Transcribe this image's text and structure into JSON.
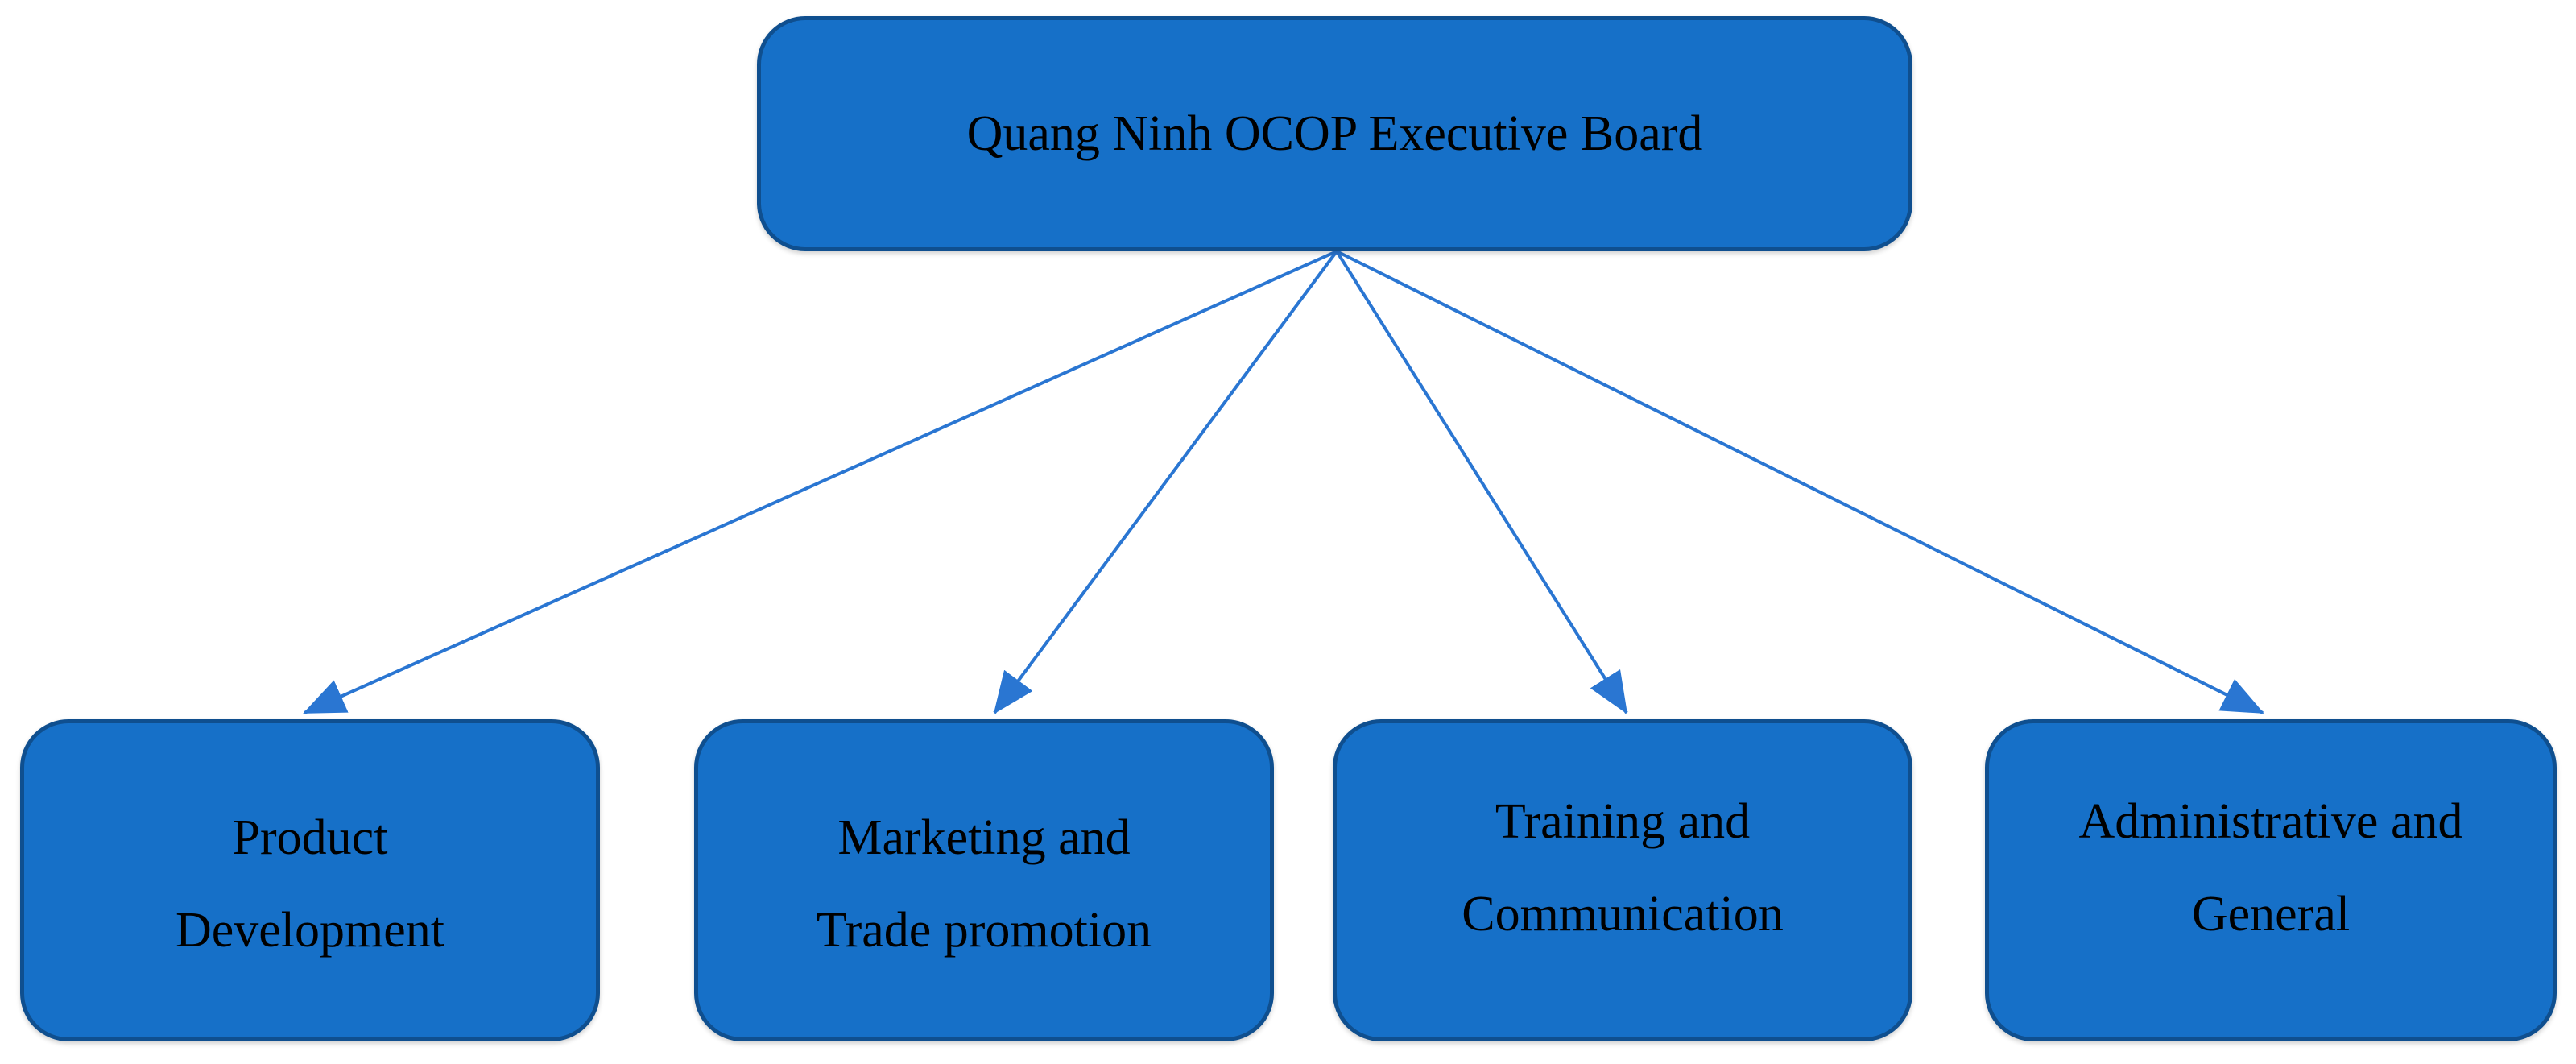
{
  "diagram": {
    "root": {
      "label": "Quang Ninh OCOP Executive Board"
    },
    "children": [
      {
        "line1": "Product",
        "line2": "Development"
      },
      {
        "line1": "Marketing and",
        "line2": "Trade promotion"
      },
      {
        "line1": "Training and",
        "line2": "Communication"
      },
      {
        "line1": "Administrative and",
        "line2": "General"
      }
    ],
    "colors": {
      "box_fill": "#1670c8",
      "box_border": "#0f4f8f",
      "arrow": "#2a76d2",
      "text": "#000000"
    }
  }
}
